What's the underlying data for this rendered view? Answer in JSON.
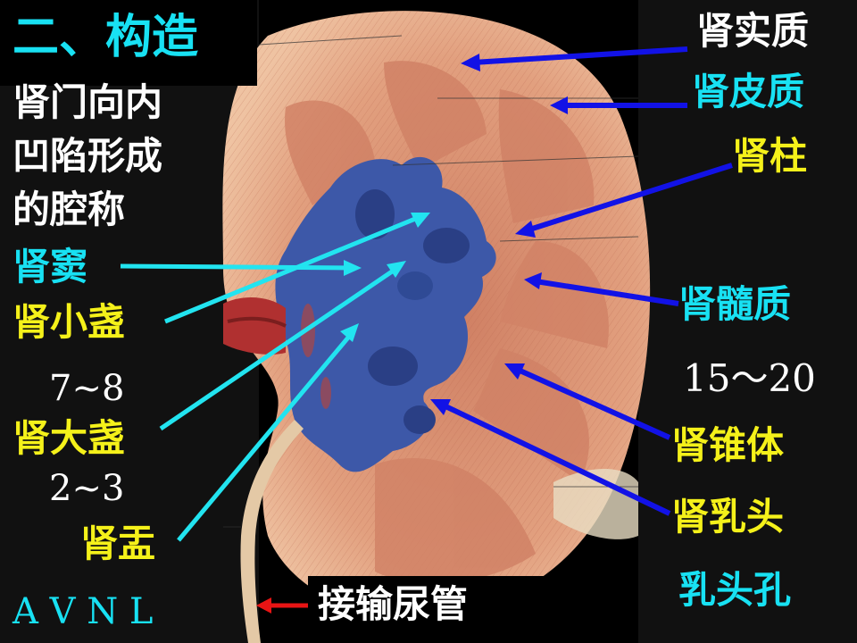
{
  "heading": "二、构造",
  "description_lines": [
    "肾门向内",
    "凹陷形成",
    "的腔称"
  ],
  "labels": {
    "renal_sinus": "肾窦",
    "minor_calyx": "肾小盏",
    "minor_calyx_count": "7~8",
    "major_calyx": "肾大盏",
    "major_calyx_count": "2~3",
    "renal_pelvis": "肾盂",
    "vessel_abbrev": "A V N L",
    "parenchyma": "肾实质",
    "cortex": "肾皮质",
    "renal_column": "肾柱",
    "medulla": "肾髓质",
    "pyramid_count": "15～20",
    "pyramid": "肾锥体",
    "papilla": "肾乳头",
    "papillary_foramen": "乳头孔",
    "ureter_connect": "接输尿管"
  },
  "colors": {
    "cyan": "#18e1f3",
    "white": "#ffffff",
    "yellow": "#f5f11a",
    "blue_arrow": "#1212e6",
    "cyan_arrow": "#22e4f0",
    "red_arrow": "#e81414",
    "cortex": "#e6a381",
    "medulla": "#d48a6d",
    "sinus_blue": "#3d58a8"
  }
}
